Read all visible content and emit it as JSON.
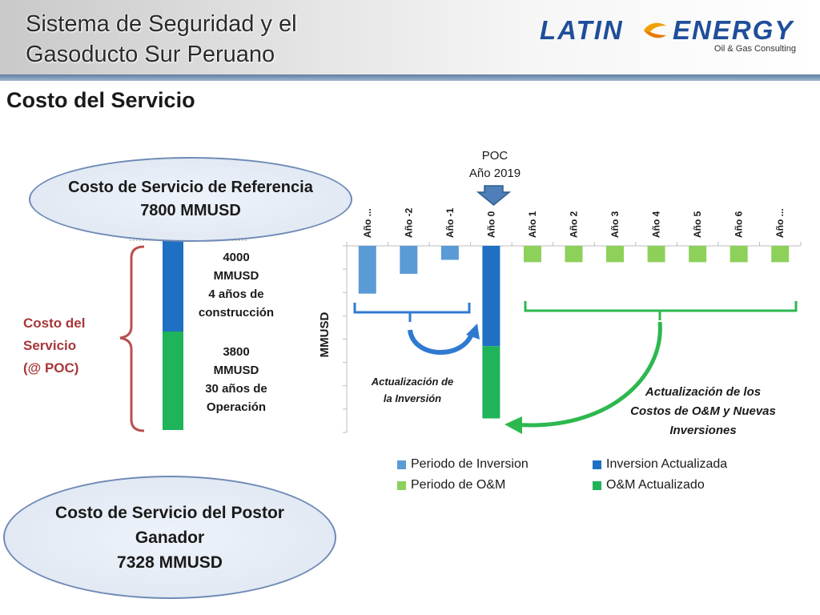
{
  "header": {
    "title": "Sistema de Seguridad y el Gasoducto Sur Peruano",
    "logo_left": "LATIN",
    "logo_right": "ENERGY",
    "logo_tagline": "Oil & Gas Consulting"
  },
  "page_title": "Costo del Servicio",
  "reference": {
    "line1": "Costo de Servicio de Referencia",
    "line2": "7800 MMUSD"
  },
  "winner": {
    "line1": "Costo de Servicio del Postor",
    "line2": "Ganador",
    "line3": "7328 MMUSD"
  },
  "cost_label": {
    "line1": "Costo del",
    "line2": "Servicio",
    "line3": "(@ POC)"
  },
  "breakdown": {
    "construction": [
      "4000",
      "MMUSD",
      "4 años de",
      "construcción"
    ],
    "operation": [
      "3800",
      "MMUSD",
      "30 años de",
      "Operación"
    ],
    "construction_value": 4000,
    "operation_value": 3800,
    "colors": {
      "construction": "#1f6fc2",
      "operation": "#1fb35a"
    }
  },
  "poc": {
    "line1": "POC",
    "line2": "Año 2019"
  },
  "annotations": {
    "inversion": [
      "Actualización de",
      "la Inversión"
    ],
    "om": [
      "Actualización de los",
      "Costos de O&M y Nuevas",
      "Inversiones"
    ]
  },
  "chart_data": {
    "type": "bar",
    "stacked": true,
    "categories": [
      "Año ...",
      "Año -2",
      "Año -1",
      "Año 0",
      "Año 1",
      "Año 2",
      "Año 3",
      "Año 4",
      "Año 5",
      "Año 6",
      "Año ..."
    ],
    "ylabel": "MMUSD",
    "xlabel": "",
    "title": "",
    "ylim": [
      -8,
      0
    ],
    "grid": false,
    "x_axis_position": "top",
    "legend_position": "bottom",
    "series": [
      {
        "name": "Periodo de Inversion",
        "color": "#5b9bd5",
        "values": [
          -2.05,
          -1.2,
          -0.6,
          0,
          0,
          0,
          0,
          0,
          0,
          0,
          0
        ]
      },
      {
        "name": "Inversion Actualizada",
        "color": "#1f6fc2",
        "values": [
          0,
          0,
          0,
          -4.3,
          0,
          0,
          0,
          0,
          0,
          0,
          0
        ]
      },
      {
        "name": "Periodo de O&M",
        "color": "#8dd05a",
        "values": [
          0,
          0,
          0,
          0,
          -0.7,
          -0.7,
          -0.7,
          -0.7,
          -0.7,
          -0.7,
          -0.7
        ]
      },
      {
        "name": "O&M Actualizado",
        "color": "#1fb35a",
        "values": [
          0,
          0,
          0,
          -3.1,
          0,
          0,
          0,
          0,
          0,
          0,
          0
        ]
      }
    ]
  }
}
